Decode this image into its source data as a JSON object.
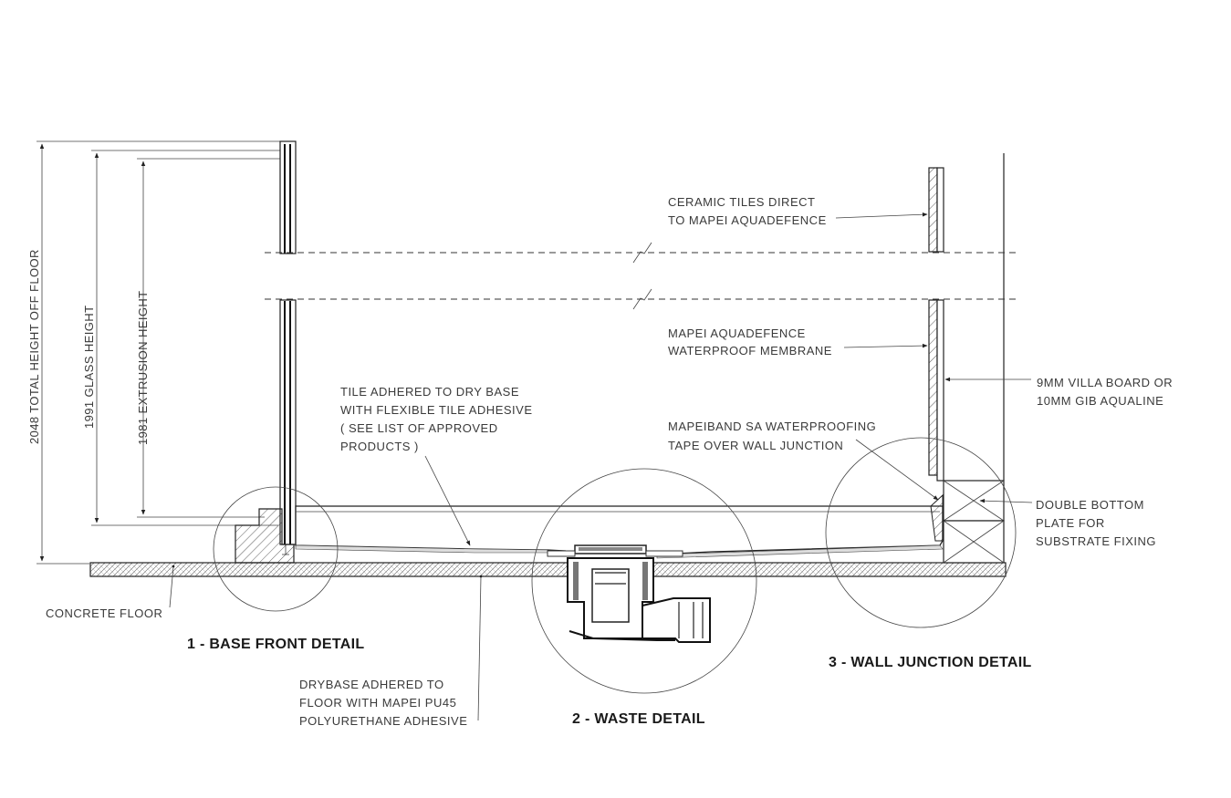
{
  "labels": {
    "ceramic_tiles_1": "CERAMIC TILES DIRECT",
    "ceramic_tiles_2": "TO MAPEI AQUADEFENCE",
    "membrane_1": "MAPEI AQUADEFENCE",
    "membrane_2": "WATERPROOF MEMBRANE",
    "villa_board_1": "9MM VILLA BOARD OR",
    "villa_board_2": "10MM GIB AQUALINE",
    "tape_1": "MAPEIBAND SA WATERPROOFING",
    "tape_2": "TAPE OVER WALL JUNCTION",
    "tile_adhered_1": "TILE ADHERED TO DRY BASE",
    "tile_adhered_2": "WITH FLEXIBLE TILE ADHESIVE",
    "tile_adhered_3": "( SEE LIST OF APPROVED",
    "tile_adhered_4": "PRODUCTS )",
    "double_plate_1": "DOUBLE BOTTOM",
    "double_plate_2": "PLATE FOR",
    "double_plate_3": "SUBSTRATE FIXING",
    "concrete_floor": "CONCRETE FLOOR",
    "drybase_1": "DRYBASE ADHERED TO",
    "drybase_2": "FLOOR WITH MAPEI PU45",
    "drybase_3": "POLYURETHANE ADHESIVE"
  },
  "dimensions": {
    "total_height": "2048 TOTAL HEIGHT OFF FLOOR",
    "glass_height": "1991 GLASS HEIGHT",
    "extrusion_height": "1981 EXTRUSION HEIGHT"
  },
  "details": {
    "base_front": "1 - BASE FRONT DETAIL",
    "waste": "2 - WASTE DETAIL",
    "wall_junction": "3 - WALL JUNCTION DETAIL"
  }
}
